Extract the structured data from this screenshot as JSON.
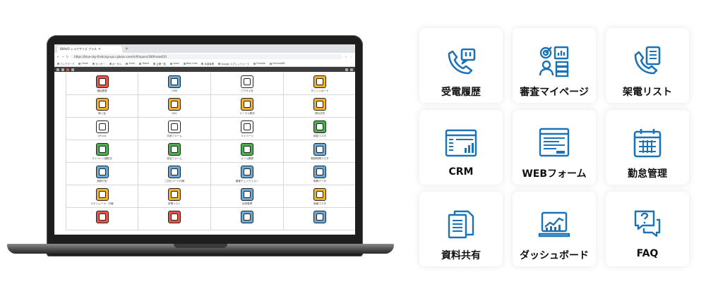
{
  "browser": {
    "tab_title": "BRAVO シコクサイズ プラス",
    "url": "https://blue-sky-thinking-xyz.cybozu.com/k/#/space/30/thread/33",
    "bookmarks": [
      "ブックマーク",
      "Gmail",
      "センター",
      "ポータル",
      "Slack",
      "Talent",
      "企業一覧",
      "news",
      "Bow chat",
      "本部事業",
      "Google スプレッドシート",
      "Flexible",
      "kintoneBR"
    ]
  },
  "app_grid": {
    "items": [
      {
        "label": "通話履歴",
        "color": "#e8544a"
      },
      {
        "label": "CRM",
        "color": "#6aa8d8"
      },
      {
        "label": "ワラダメ社",
        "color": "#ffffff"
      },
      {
        "label": "ダッシュボード",
        "color": "#f2b12a"
      },
      {
        "label": "稼ぐ会",
        "color": "#f2b12a"
      },
      {
        "label": "FAQ",
        "color": "#f2b12a"
      },
      {
        "label": "リーマル教材",
        "color": "#f2b12a"
      },
      {
        "label": "資料共有",
        "color": "#f2b12a"
      },
      {
        "label": "UP×xx",
        "color": "#ffffff"
      },
      {
        "label": "手続フォーム",
        "color": "#ffffff"
      },
      {
        "label": "マイページ",
        "color": "#ffffff"
      },
      {
        "label": "認証マスタ",
        "color": "#4caf50"
      },
      {
        "label": "マイページ通知文",
        "color": "#4caf50"
      },
      {
        "label": "追加フォーム",
        "color": "#4caf50"
      },
      {
        "label": "メール履歴",
        "color": "#4caf50"
      },
      {
        "label": "勤務時間マスタ",
        "color": "#6aa8d8"
      },
      {
        "label": "勤務打刻",
        "color": "#6aa8d8"
      },
      {
        "label": "二次元コード印刷",
        "color": "#6aa8d8"
      },
      {
        "label": "審査チェックリスト",
        "color": "#6aa8d8"
      },
      {
        "label": "勤務データ",
        "color": "#6aa8d8"
      },
      {
        "label": "スケジュール・日報",
        "color": "#f2b12a"
      },
      {
        "label": "架電リスト",
        "color": "#f2b12a"
      },
      {
        "label": "反映管理",
        "color": "#6aa8d8"
      },
      {
        "label": "価格マスタ",
        "color": "#f2b12a"
      },
      {
        "label": "",
        "color": "#e8544a"
      },
      {
        "label": "",
        "color": "#e8544a"
      },
      {
        "label": "",
        "color": "#6aa8d8"
      },
      {
        "label": "",
        "color": "#6aa8d8"
      }
    ]
  },
  "features": {
    "accent": "#1a72b8",
    "cards": [
      {
        "title": "受電履歴",
        "icon": "phone-call-icon"
      },
      {
        "title": "審査マイページ",
        "icon": "review-dashboard-icon"
      },
      {
        "title": "架電リスト",
        "icon": "phone-list-icon"
      },
      {
        "title": "CRM",
        "icon": "crm-window-icon"
      },
      {
        "title": "WEBフォーム",
        "icon": "web-form-icon"
      },
      {
        "title": "勤怠管理",
        "icon": "calendar-icon"
      },
      {
        "title": "資料共有",
        "icon": "documents-icon"
      },
      {
        "title": "ダッシュボード",
        "icon": "dashboard-laptop-icon"
      },
      {
        "title": "FAQ",
        "icon": "faq-chat-icon"
      }
    ]
  }
}
